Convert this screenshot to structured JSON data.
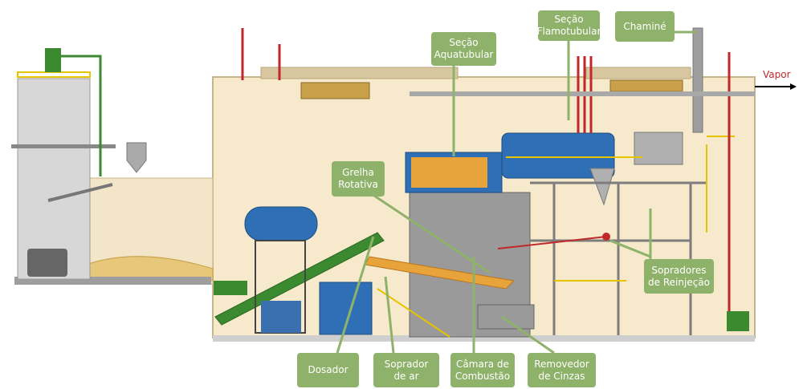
{
  "labels": {
    "secao_flamotubular": "Seção\nFlamotubular",
    "chamine": "Chaminé",
    "secao_aquatubular": "Seção\nAquatubular",
    "vapor": "Vapor",
    "grelha_rotativa": "Grelha\nRotativa",
    "sopradores_reinjecao": "Sopradores\nde Reinjeção",
    "dosador": "Dosador",
    "soprador_ar": "Soprador\nde ar",
    "camara_combustao": "Câmara de\nCombustão",
    "removedor_cinzas": "Removedor\nde Cinzas"
  },
  "colors": {
    "callout": "#8fb26a",
    "building": "#f6e9cc",
    "steel": "#7d7d7d",
    "steam_line": "#c0282a",
    "boiler_blue": "#2f6fb5",
    "handrail": "#e6c400",
    "conveyor": "#3b8a2f"
  }
}
